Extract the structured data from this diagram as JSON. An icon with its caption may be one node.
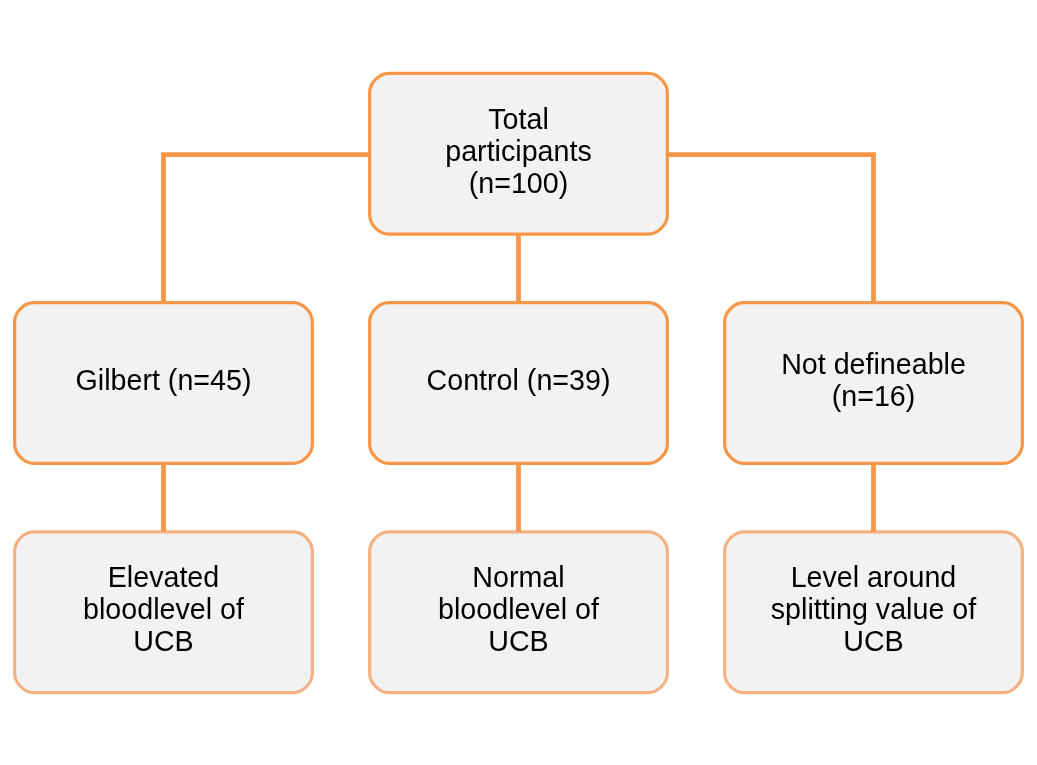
{
  "diagram": {
    "nodes": [
      {
        "text": [
          "Total participants",
          "(n=100)"
        ]
      },
      {
        "text": [
          "Gilbert (n=45)"
        ]
      },
      {
        "text": [
          "Control (n=39)"
        ]
      },
      {
        "text": [
          "Not defineable (n=16)"
        ]
      },
      {
        "text": [
          "Elevated bloodlevel of UCB"
        ]
      },
      {
        "text": [
          "Normal bloodlevel of UCB"
        ]
      },
      {
        "text": [
          "Level around splitting value of UCB"
        ]
      }
    ],
    "edges": [
      {
        "from": 0,
        "to": 1,
        "arrow": "none"
      },
      {
        "from": 0,
        "to": 2,
        "arrow": "none"
      },
      {
        "from": 0,
        "to": 3,
        "arrow": "none"
      },
      {
        "from": 1,
        "to": 4,
        "arrow": "none"
      },
      {
        "from": 2,
        "to": 5,
        "arrow": "none"
      },
      {
        "from": 3,
        "to": 6,
        "arrow": "none"
      }
    ]
  }
}
